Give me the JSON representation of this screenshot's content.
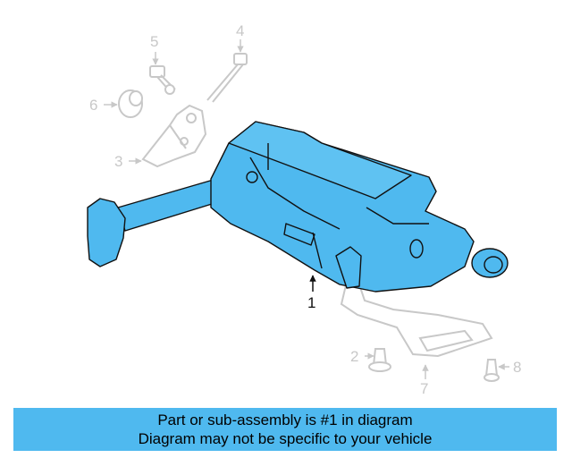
{
  "diagram": {
    "callouts": {
      "c1": "1",
      "c2": "2",
      "c3": "3",
      "c4": "4",
      "c5": "5",
      "c6": "6",
      "c7": "7",
      "c8": "8"
    },
    "colors": {
      "highlight_part": "#4fb9ef",
      "outline": "#111111",
      "ghost_part": "#c8c8c8"
    }
  },
  "banner": {
    "line1": "Part or sub-assembly is #1 in diagram",
    "line2": "Diagram may not be specific to your vehicle"
  }
}
